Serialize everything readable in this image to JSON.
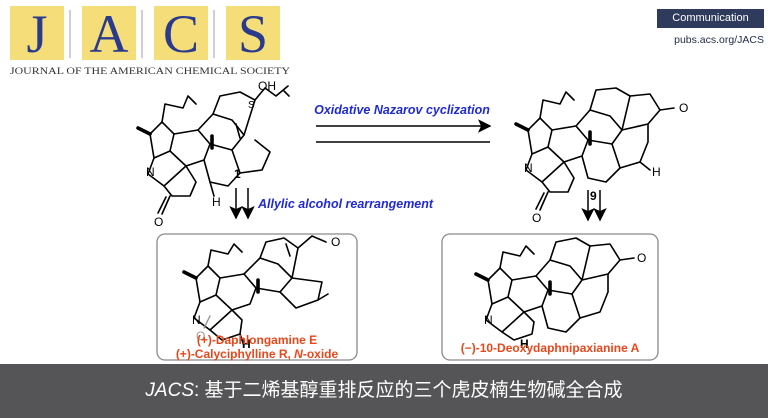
{
  "header": {
    "journal_letters": [
      "J",
      "A",
      "C",
      "S"
    ],
    "journal_full_name": "JOURNAL OF THE AMERICAN CHEMICAL SOCIETY",
    "article_type": "Communication",
    "url": "pubs.acs.org/JACS"
  },
  "scheme": {
    "top_arrow_label": "Oxidative Nazarov cyclization",
    "left_arrow_label": "Allylic alcohol rearrangement",
    "compound_1_number": "1",
    "compound_9_number": "9",
    "atom_labels": {
      "OH": "OH",
      "S": "S",
      "N": "N",
      "O": "O",
      "H": "H"
    },
    "products": {
      "left_line1": "(+)-Daphlongamine E",
      "left_line2_prefix": "(+)-Calyciphylline R, ",
      "left_line2_italic": "N",
      "left_line2_suffix": "-oxide",
      "right": "(−)-10-Deoxydaphnipaxianine A"
    },
    "colors": {
      "label_blue": "#1f2ad6",
      "product_red": "#e8471a",
      "box_border": "#8a8a8a"
    }
  },
  "footer": {
    "prefix": "JACS",
    "text": ": 基于二烯基醇重排反应的三个虎皮楠生物碱全合成"
  }
}
